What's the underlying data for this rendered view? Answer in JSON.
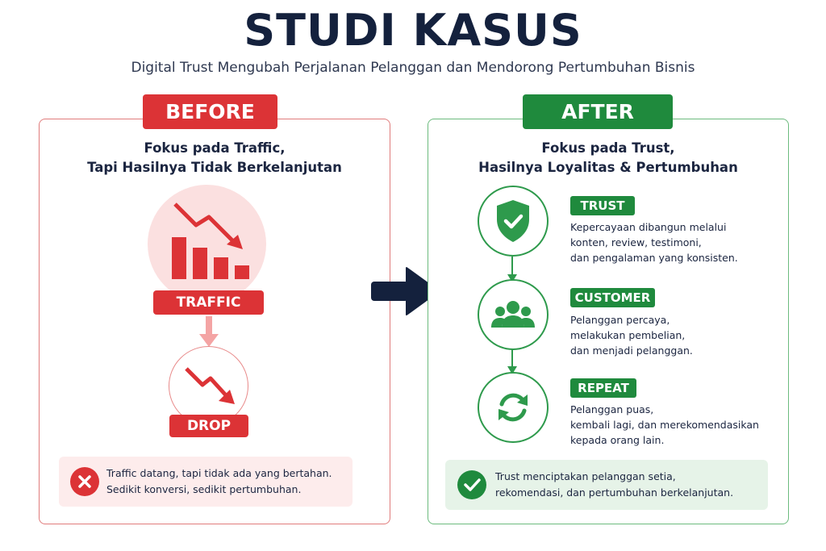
{
  "title": "STUDI KASUS",
  "subtitle": "Digital Trust Mengubah Perjalanan Pelanggan dan Mendorong Pertumbuhan Bisnis",
  "colors": {
    "before_red": "#dc3336",
    "after_green": "#1f8a3d",
    "navy": "#14213d"
  },
  "before": {
    "badge": "BEFORE",
    "heading": [
      "Fokus pada Traffic,",
      "Tapi Hasilnya Tidak Berkelanjutan"
    ],
    "icons": [
      "declining-bar-chart-icon",
      "down-trend-arrow-icon",
      "x-icon"
    ],
    "traffic_label": "TRAFFIC",
    "drop_label": "DROP",
    "note": [
      "Traffic datang, tapi tidak ada yang bertahan.",
      "Sedikit konversi, sedikit pertumbuhan."
    ]
  },
  "after": {
    "badge": "AFTER",
    "heading": [
      "Fokus pada Trust,",
      "Hasilnya Loyalitas & Pertumbuhan"
    ],
    "steps": [
      {
        "icon": "shield-check-icon",
        "label": "TRUST",
        "desc": [
          "Kepercayaan dibangun melalui",
          "konten, review, testimoni,",
          "dan pengalaman yang konsisten."
        ]
      },
      {
        "icon": "people-icon",
        "label": "CUSTOMER",
        "desc": [
          "Pelanggan percaya,",
          "melakukan pembelian,",
          "dan menjadi pelanggan."
        ]
      },
      {
        "icon": "refresh-cycle-icon",
        "label": "REPEAT",
        "desc": [
          "Pelanggan puas,",
          "kembali lagi, dan merekomendasikan",
          "kepada orang lain."
        ]
      }
    ],
    "note": [
      "Trust menciptakan pelanggan setia,",
      "rekomendasi, dan pertumbuhan berkelanjutan."
    ]
  },
  "transition_icon": "right-arrow-icon"
}
